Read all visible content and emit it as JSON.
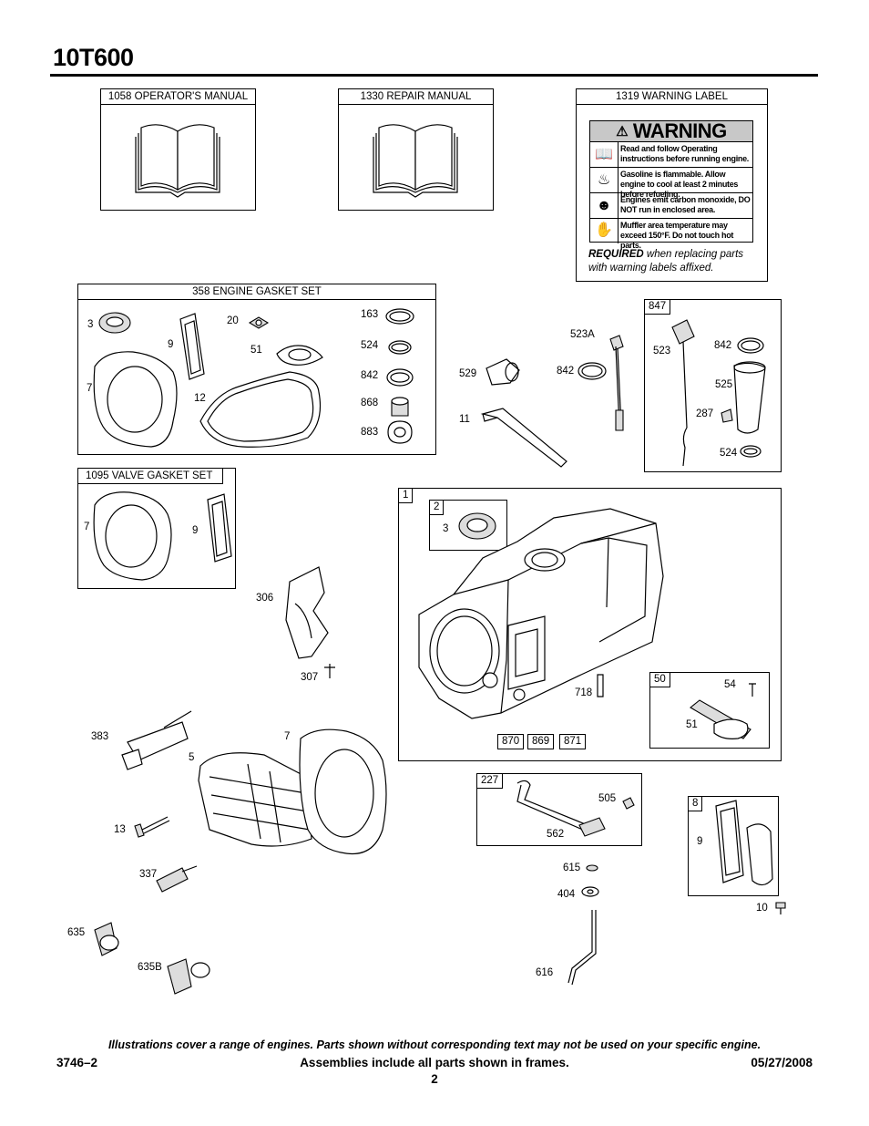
{
  "header": {
    "title": "10T600"
  },
  "manuals": {
    "operator": "1058 OPERATOR'S MANUAL",
    "repair": "1330 REPAIR MANUAL",
    "warning_label": "1319 WARNING LABEL"
  },
  "warning": {
    "heading": "WARNING",
    "rows": [
      "Read and follow Operating instructions before running engine.",
      "Gasoline is flammable. Allow engine to cool at least 2 minutes before refueling.",
      "Engines emit carbon monoxide, DO NOT run in enclosed area.",
      "Muffler area temperature may exceed 150°F. Do not touch hot parts."
    ],
    "required_bold": "REQUIRED",
    "required_rest": " when replacing parts with warning labels affixed."
  },
  "gasket_set": {
    "title": "358 ENGINE GASKET SET",
    "labels": [
      "3",
      "9",
      "20",
      "51",
      "163",
      "524",
      "842",
      "868",
      "883",
      "7",
      "12"
    ]
  },
  "valve_set": {
    "title": "1095 VALVE GASKET SET",
    "labels": [
      "7",
      "9"
    ]
  },
  "frame847": {
    "tag": "847",
    "labels": [
      "523",
      "842",
      "525",
      "287",
      "524"
    ]
  },
  "dipstick": {
    "labels": [
      "523A",
      "842",
      "529",
      "11"
    ]
  },
  "block": {
    "tag": "1",
    "sub_tag": "2",
    "sub_label": "3",
    "label_718": "718",
    "bottom_tags": [
      "870",
      "869",
      "871"
    ],
    "breather_tag": "50",
    "breather_labels": [
      "54",
      "51"
    ]
  },
  "loose": {
    "l306": "306",
    "l307": "307",
    "l383": "383",
    "l5": "5",
    "l7": "7",
    "l13": "13",
    "l337": "337",
    "l635": "635",
    "l635b": "635B"
  },
  "frame227": {
    "tag": "227",
    "labels": [
      "505",
      "562"
    ]
  },
  "lower": {
    "l615": "615",
    "l404": "404",
    "l616": "616",
    "l10": "10"
  },
  "frame8": {
    "tag": "8",
    "label": "9"
  },
  "footer": {
    "disclaimer": "Illustrations cover a range of engines. Parts shown without corresponding text may not be used on your specific engine.",
    "left": "3746–2",
    "center": "Assemblies include all parts shown in frames.",
    "right": "05/27/2008",
    "page": "2"
  }
}
